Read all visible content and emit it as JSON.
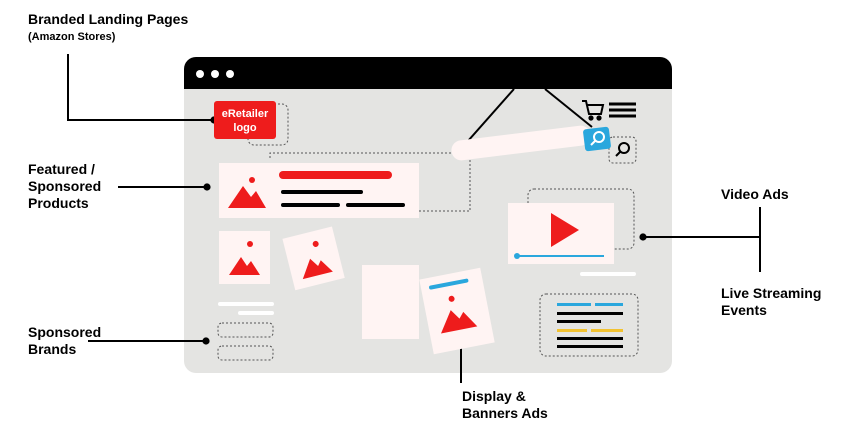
{
  "labels": {
    "branded_title": "Branded Landing Pages",
    "branded_subtitle": "(Amazon Stores)",
    "featured": "Featured /\nSponsored\nProducts",
    "sponsored_brands": "Sponsored\nBrands",
    "video_ads": "Video Ads",
    "live_streaming": "Live Streaming\nEvents",
    "display_ads": "Display &\nBanners Ads"
  },
  "logo": {
    "line1": "eRetailer",
    "line2": "logo"
  },
  "colors": {
    "accent_red": "#ee1c1c",
    "accent_blue": "#2aa7dd",
    "accent_yellow": "#f2c230",
    "browser_bg": "#e4e4e2",
    "card_bg": "#fff4f3",
    "titlebar": "#000000"
  },
  "icons": [
    "cart-icon",
    "menu-icon",
    "search-icon",
    "play-icon",
    "image-icon"
  ]
}
